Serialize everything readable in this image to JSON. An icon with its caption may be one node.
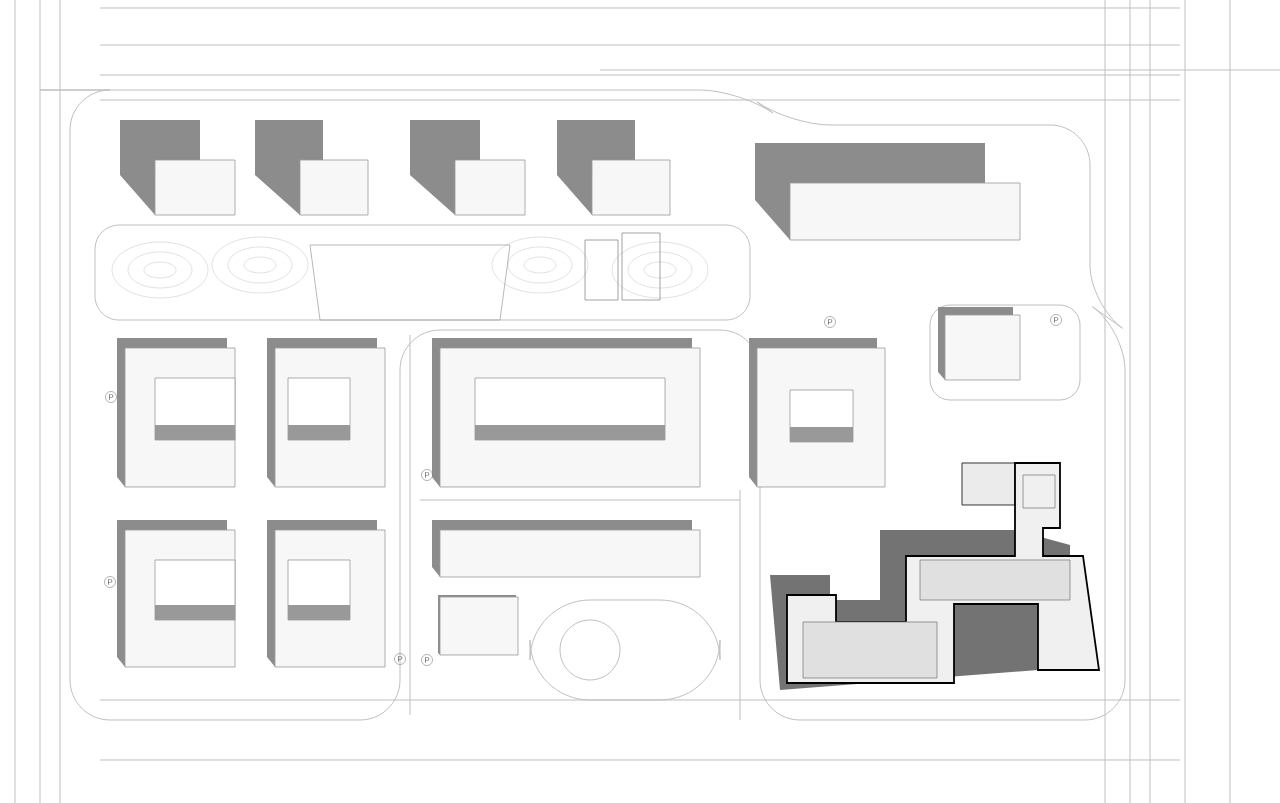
{
  "diagram": {
    "labels": [
      "P",
      "P",
      "P",
      "P",
      "P",
      "P",
      "P"
    ]
  }
}
